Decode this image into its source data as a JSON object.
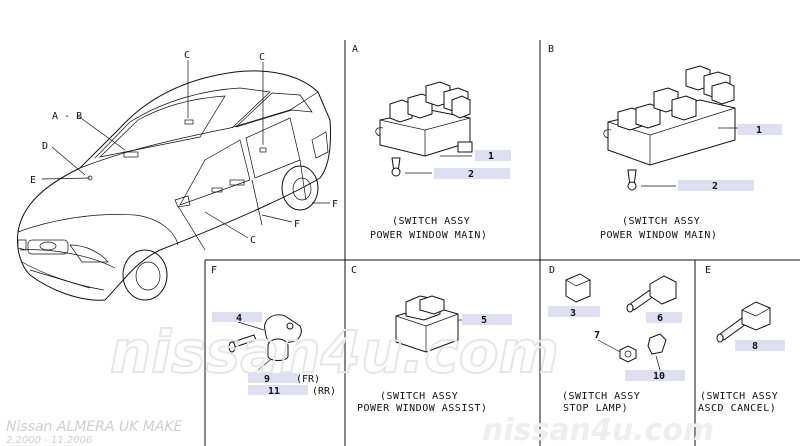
{
  "watermark": "nissan4u.com",
  "watermark_small": "nissan4u.com",
  "footer": {
    "model": "Nissan ALMERA UK MAKE",
    "dates": "2.2000 - 11.2006"
  },
  "car": {
    "labels": {
      "a_b": "A - B",
      "c1": "C",
      "c2": "C",
      "c3": "C",
      "d": "D",
      "e": "E",
      "f1": "F",
      "f2": "F"
    }
  },
  "panels": {
    "a": {
      "letter": "A",
      "caption1": "(SWITCH ASSY",
      "caption2": "POWER WINDOW MAIN)",
      "parts": [
        "1",
        "2"
      ]
    },
    "b": {
      "letter": "B",
      "caption1": "(SWITCH ASSY",
      "caption2": "POWER WINDOW MAIN)",
      "parts": [
        "1",
        "2"
      ]
    },
    "f": {
      "letter": "F",
      "parts": [
        "4",
        "9",
        "11"
      ],
      "fr": "(FR)",
      "rr": "(RR)"
    },
    "c": {
      "letter": "C",
      "caption1": "(SWITCH ASSY",
      "caption2": "POWER WINDOW ASSIST)",
      "parts": [
        "5"
      ]
    },
    "d": {
      "letter": "D",
      "caption1": "(SWITCH ASSY",
      "caption2": "STOP LAMP)",
      "parts": [
        "3",
        "6",
        "7",
        "10"
      ]
    },
    "e": {
      "letter": "E",
      "caption1": "(SWITCH ASSY",
      "caption2": "ASCD CANCEL)",
      "parts": [
        "8"
      ]
    }
  }
}
